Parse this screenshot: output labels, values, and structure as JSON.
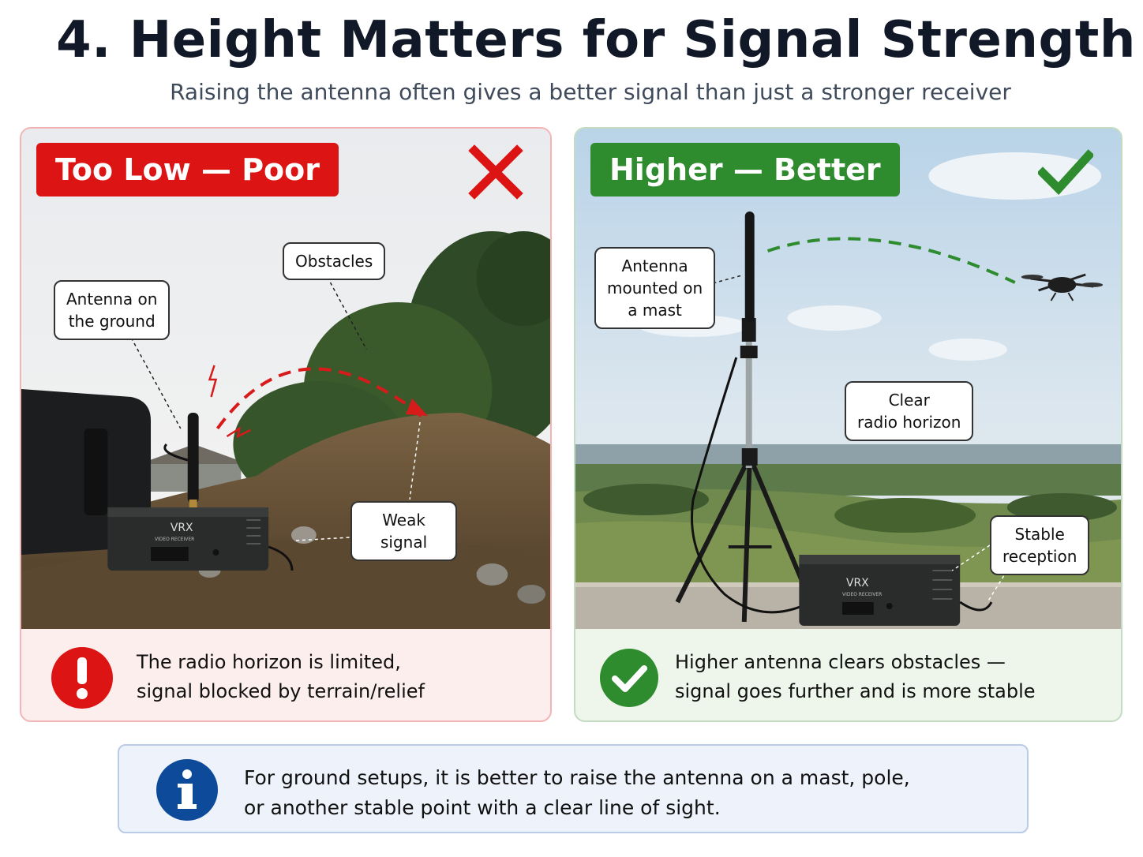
{
  "header": {
    "title": "4. Height Matters for Signal Strength",
    "subtitle": "Raising the antenna often gives a better signal than just a stronger receiver"
  },
  "panel_bad": {
    "badge": "Too Low — Poor",
    "verdict_icon": "cross-icon",
    "callouts": {
      "antenna": [
        "Antenna on",
        "the ground"
      ],
      "obstacles": [
        "Obstacles"
      ],
      "weak": [
        "Weak",
        "signal"
      ]
    },
    "device_label": "VRX",
    "device_sublabel": "VIDEO RECEIVER",
    "status_icon": "exclamation-icon",
    "status_lines": [
      "The radio horizon is limited,",
      "signal blocked by terrain/relief"
    ],
    "colors": {
      "accent": "#dc1414",
      "border": "#f2b4b4",
      "background": "#fdeeee"
    }
  },
  "panel_good": {
    "badge": "Higher — Better",
    "verdict_icon": "check-icon",
    "callouts": {
      "antenna": [
        "Antenna",
        "mounted on",
        "a mast"
      ],
      "horizon": [
        "Clear",
        "radio horizon"
      ],
      "stable": [
        "Stable",
        "reception"
      ]
    },
    "device_label": "VRX",
    "device_sublabel": "VIDEO RECEIVER",
    "status_icon": "check-circle-icon",
    "status_lines": [
      "Higher antenna clears obstacles —",
      "signal goes further and is more stable"
    ],
    "colors": {
      "accent": "#2e8b2e",
      "border": "#c3dcc1",
      "background": "#eef6ec"
    }
  },
  "info": {
    "icon": "info-icon",
    "lines": [
      "For ground setups, it is better to raise the antenna on a mast, pole,",
      "or another stable point with a clear line of sight."
    ],
    "colors": {
      "icon": "#0d4a9a",
      "border": "#b9cbe6",
      "background": "#eef3fb"
    }
  }
}
